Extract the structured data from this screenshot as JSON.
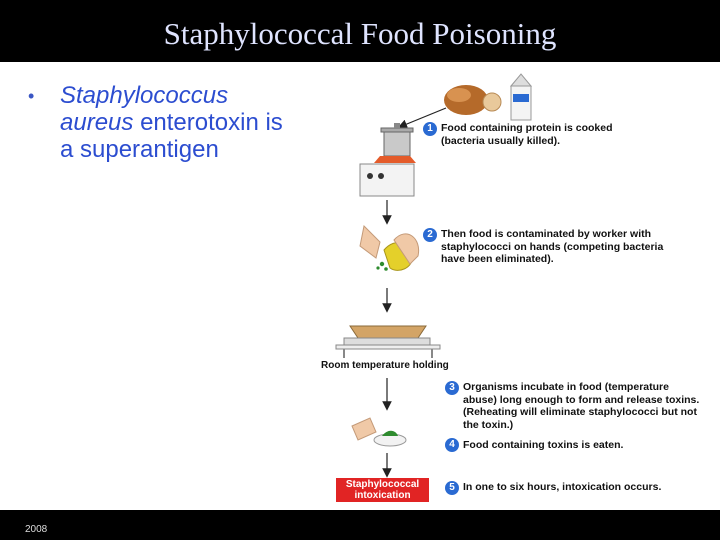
{
  "header": {
    "title": "Staphylococcal Food Poisoning"
  },
  "bullet": {
    "italic": "Staphylococcus aureus",
    "rest": "enterotoxin is a superantigen"
  },
  "figure": {
    "room_temperature_label": "Room temperature holding",
    "intoxication_box": "Staphylococcal intoxication",
    "steps": [
      {
        "num": "1",
        "text": "Food containing protein is cooked (bacteria usually killed)."
      },
      {
        "num": "2",
        "text": "Then food is contaminated by worker with staphylococci on hands (competing bacteria have been eliminated)."
      },
      {
        "num": "3",
        "text": "Organisms incubate in food (temperature abuse) long enough to form and release toxins. (Reheating will eliminate staphylococci but not the toxin.)"
      },
      {
        "num": "4",
        "text": "Food containing toxins is eaten."
      },
      {
        "num": "5",
        "text": "In one to six hours, intoxication occurs."
      }
    ]
  },
  "footer": {
    "year": "2008"
  },
  "colors": {
    "accent": "#2a6ad2",
    "bullet_text": "#2c4dd0",
    "alert": "#e12424"
  }
}
